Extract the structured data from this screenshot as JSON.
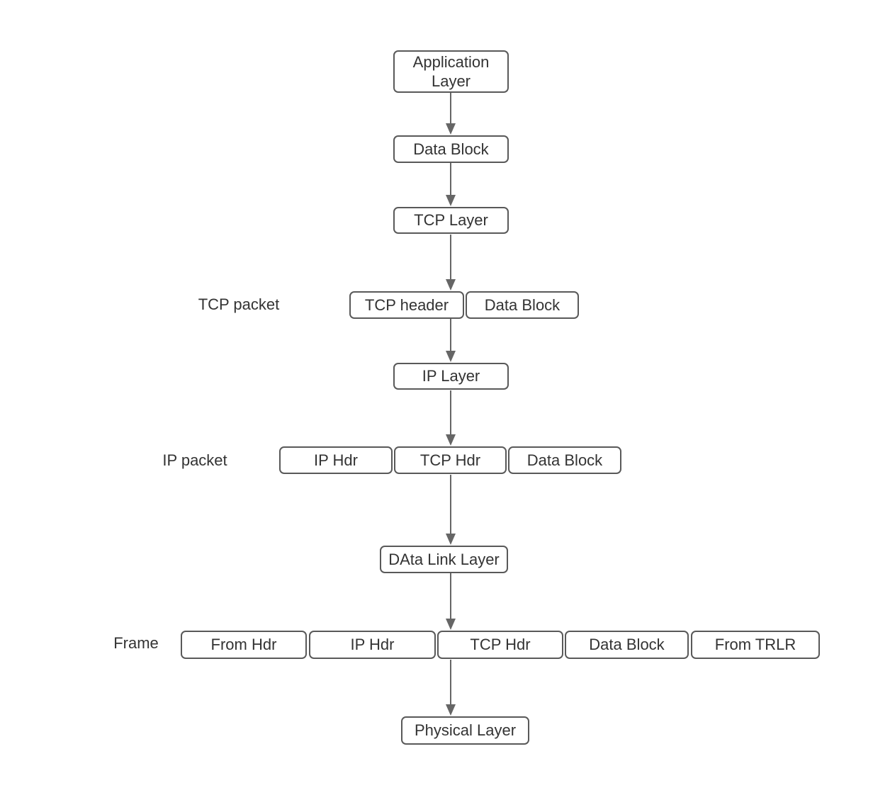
{
  "colors": {
    "background": "#ffffff",
    "box_border": "#595959",
    "box_fill": "#ffffff",
    "text": "#333333",
    "arrow": "#666666"
  },
  "diagram": {
    "nodes": {
      "application_layer": "Application Layer",
      "data_block_top": "Data Block",
      "tcp_layer": "TCP Layer",
      "tcp_header": "TCP header",
      "tcp_data_block": "Data Block",
      "ip_layer": "IP Layer",
      "ip_hdr": "IP Hdr",
      "ip_tcp_hdr": "TCP Hdr",
      "ip_data_block": "Data Block",
      "data_link_layer": "DAta Link Layer",
      "frame_from_hdr": "From Hdr",
      "frame_ip_hdr": "IP Hdr",
      "frame_tcp_hdr": "TCP Hdr",
      "frame_data_block": "Data Block",
      "frame_from_trlr": "From TRLR",
      "physical_layer": "Physical Layer"
    },
    "row_labels": {
      "tcp_packet": "TCP packet",
      "ip_packet": "IP packet",
      "frame": "Frame"
    }
  }
}
